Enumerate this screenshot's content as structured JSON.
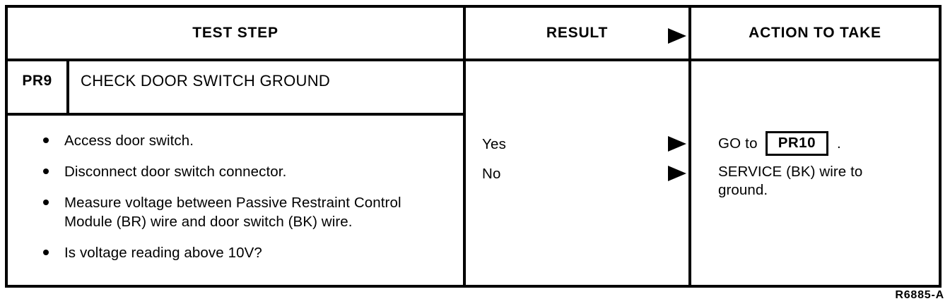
{
  "document": {
    "type": "diagnostic-pinpoint-test-table",
    "figure_code": "R6885-A"
  },
  "table": {
    "headers": {
      "test_step": "TEST STEP",
      "result": "RESULT",
      "action": "ACTION TO TAKE",
      "result_arrow_icon": "right-triangle-arrow-icon"
    },
    "step": {
      "code": "PR9",
      "title": "CHECK DOOR SWITCH GROUND",
      "instructions": [
        "Access door switch.",
        "Disconnect door switch connector.",
        "Measure voltage between Passive Restraint Control Module (BR) wire and door switch (BK) wire.",
        "Is voltage reading above 10V?"
      ],
      "results": [
        {
          "label": "Yes",
          "arrow_icon": "right-triangle-arrow-icon"
        },
        {
          "label": "No",
          "arrow_icon": "right-triangle-arrow-icon"
        }
      ],
      "actions": {
        "goto_label": "GO to",
        "goto_target": "PR10",
        "goto_period": ".",
        "service_text": "SERVICE (BK) wire to ground."
      }
    }
  }
}
